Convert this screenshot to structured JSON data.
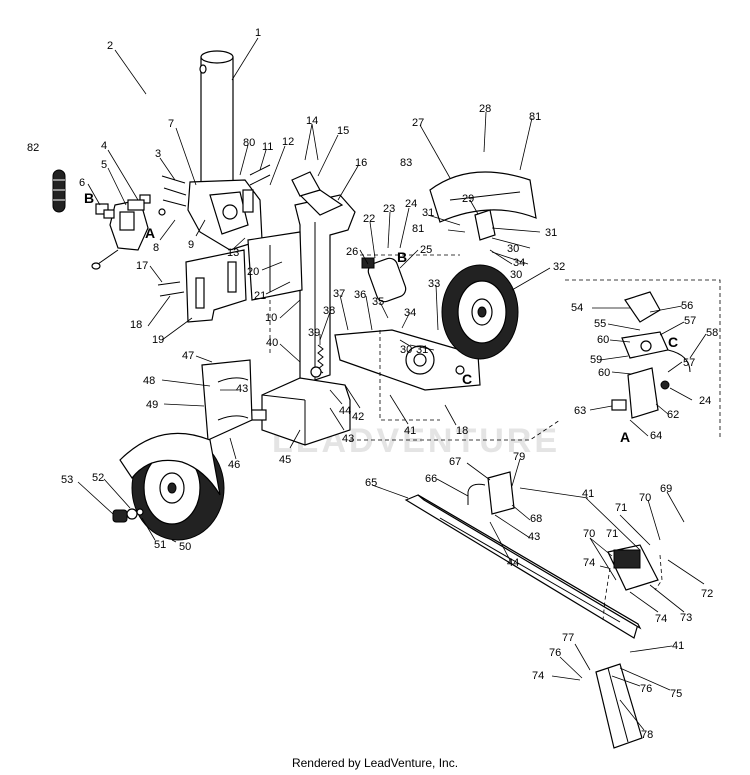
{
  "watermark": "LEADVENTURE",
  "footer": "Rendered by LeadVenture, Inc.",
  "callouts": {
    "c1": "1",
    "c2": "2",
    "c3": "3",
    "c4": "4",
    "c5": "5",
    "c6": "6",
    "c7": "7",
    "c8": "8",
    "c9": "9",
    "c10": "10",
    "c11": "11",
    "c12": "12",
    "c13": "13",
    "c14": "14",
    "c15": "15",
    "c16": "16",
    "c17": "17",
    "c18a": "18",
    "c18b": "18",
    "c19": "19",
    "c20": "20",
    "c21": "21",
    "c22": "22",
    "c23": "23",
    "c24a": "24",
    "c24b": "24",
    "c25": "25",
    "c26": "26",
    "c27": "27",
    "c28": "28",
    "c29": "29",
    "c30a": "30",
    "c30b": "30",
    "c30c": "30",
    "c31a": "31",
    "c31b": "31",
    "c31c": "31",
    "c32": "32",
    "c33": "33",
    "c34a": "34",
    "c34b": "34",
    "c35": "35",
    "c36": "36",
    "c37": "37",
    "c38": "38",
    "c39": "39",
    "c40": "40",
    "c41a": "41",
    "c41b": "41",
    "c41c": "41",
    "c42": "42",
    "c43a": "43",
    "c43b": "43",
    "c43c": "43",
    "c44a": "44",
    "c44b": "44",
    "c45": "45",
    "c46": "46",
    "c47": "47",
    "c48": "48",
    "c49": "49",
    "c50": "50",
    "c51": "51",
    "c52": "52",
    "c53": "53",
    "c54": "54",
    "c55": "55",
    "c56": "56",
    "c57a": "57",
    "c57b": "57",
    "c58": "58",
    "c59": "59",
    "c60a": "60",
    "c60b": "60",
    "c62": "62",
    "c63": "63",
    "c64": "64",
    "c65": "65",
    "c66": "66",
    "c67": "67",
    "c68": "68",
    "c69": "69",
    "c70a": "70",
    "c70b": "70",
    "c71a": "71",
    "c71b": "71",
    "c72": "72",
    "c73": "73",
    "c74a": "74",
    "c74b": "74",
    "c74c": "74",
    "c75": "75",
    "c76a": "76",
    "c76b": "76",
    "c77": "77",
    "c78": "78",
    "c79": "79",
    "c80": "80",
    "c81a": "81",
    "c81b": "81",
    "c82": "82",
    "c83": "83"
  },
  "connectors": {
    "a1": "A",
    "a2": "A",
    "b1": "B",
    "b2": "B",
    "c1": "C",
    "c2": "C"
  }
}
